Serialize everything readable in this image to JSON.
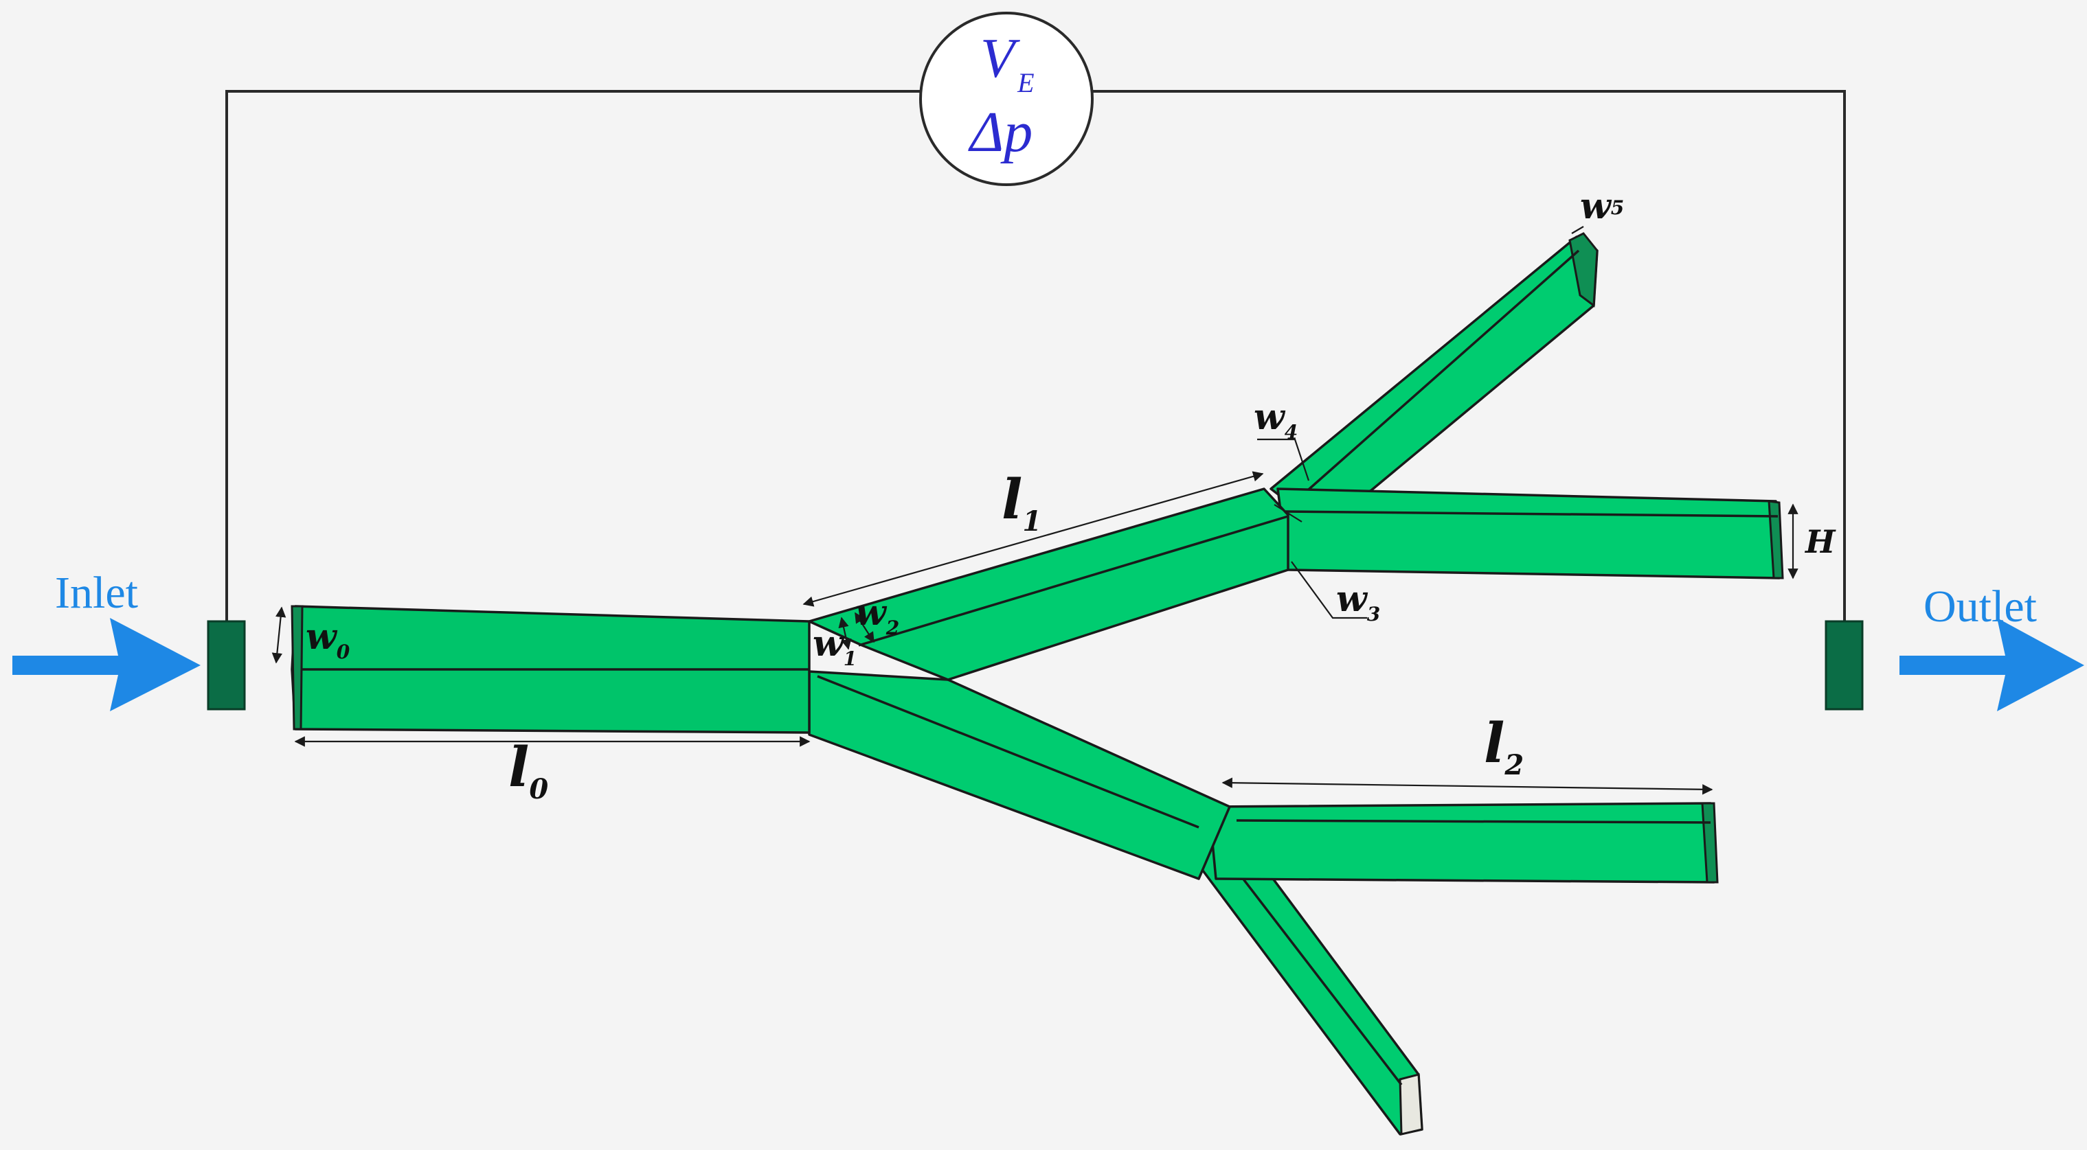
{
  "labels": {
    "inlet": "Inlet",
    "outlet": "Outlet",
    "meter_v": "V",
    "meter_v_sub": "E",
    "meter_dp": "Δp",
    "l0": "l",
    "l0_sub": "0",
    "l1": "l",
    "l1_sub": "1",
    "l2": "l",
    "l2_sub": "2",
    "w0": "w",
    "w0_sub": "0",
    "w1": "w",
    "w1_sub": "1",
    "w2": "w",
    "w2_sub": "2",
    "w3": "w",
    "w3_sub": "3",
    "w4": "w",
    "w4_sub": "4",
    "w5": "w",
    "w5_sub": "5",
    "H": "H"
  },
  "colors": {
    "channel_top": "#00c46a",
    "channel_side": "#00cc70",
    "channel_end": "#0f8f54",
    "electrode": "#0b6d46",
    "flow_arrow": "#1e88e5",
    "meter_text": "#2b2bd0",
    "background": "#f4f4f4"
  },
  "icons": {
    "inlet_arrow": "arrow-right-icon",
    "outlet_arrow": "arrow-right-icon",
    "meter": "circle-meter-icon"
  }
}
